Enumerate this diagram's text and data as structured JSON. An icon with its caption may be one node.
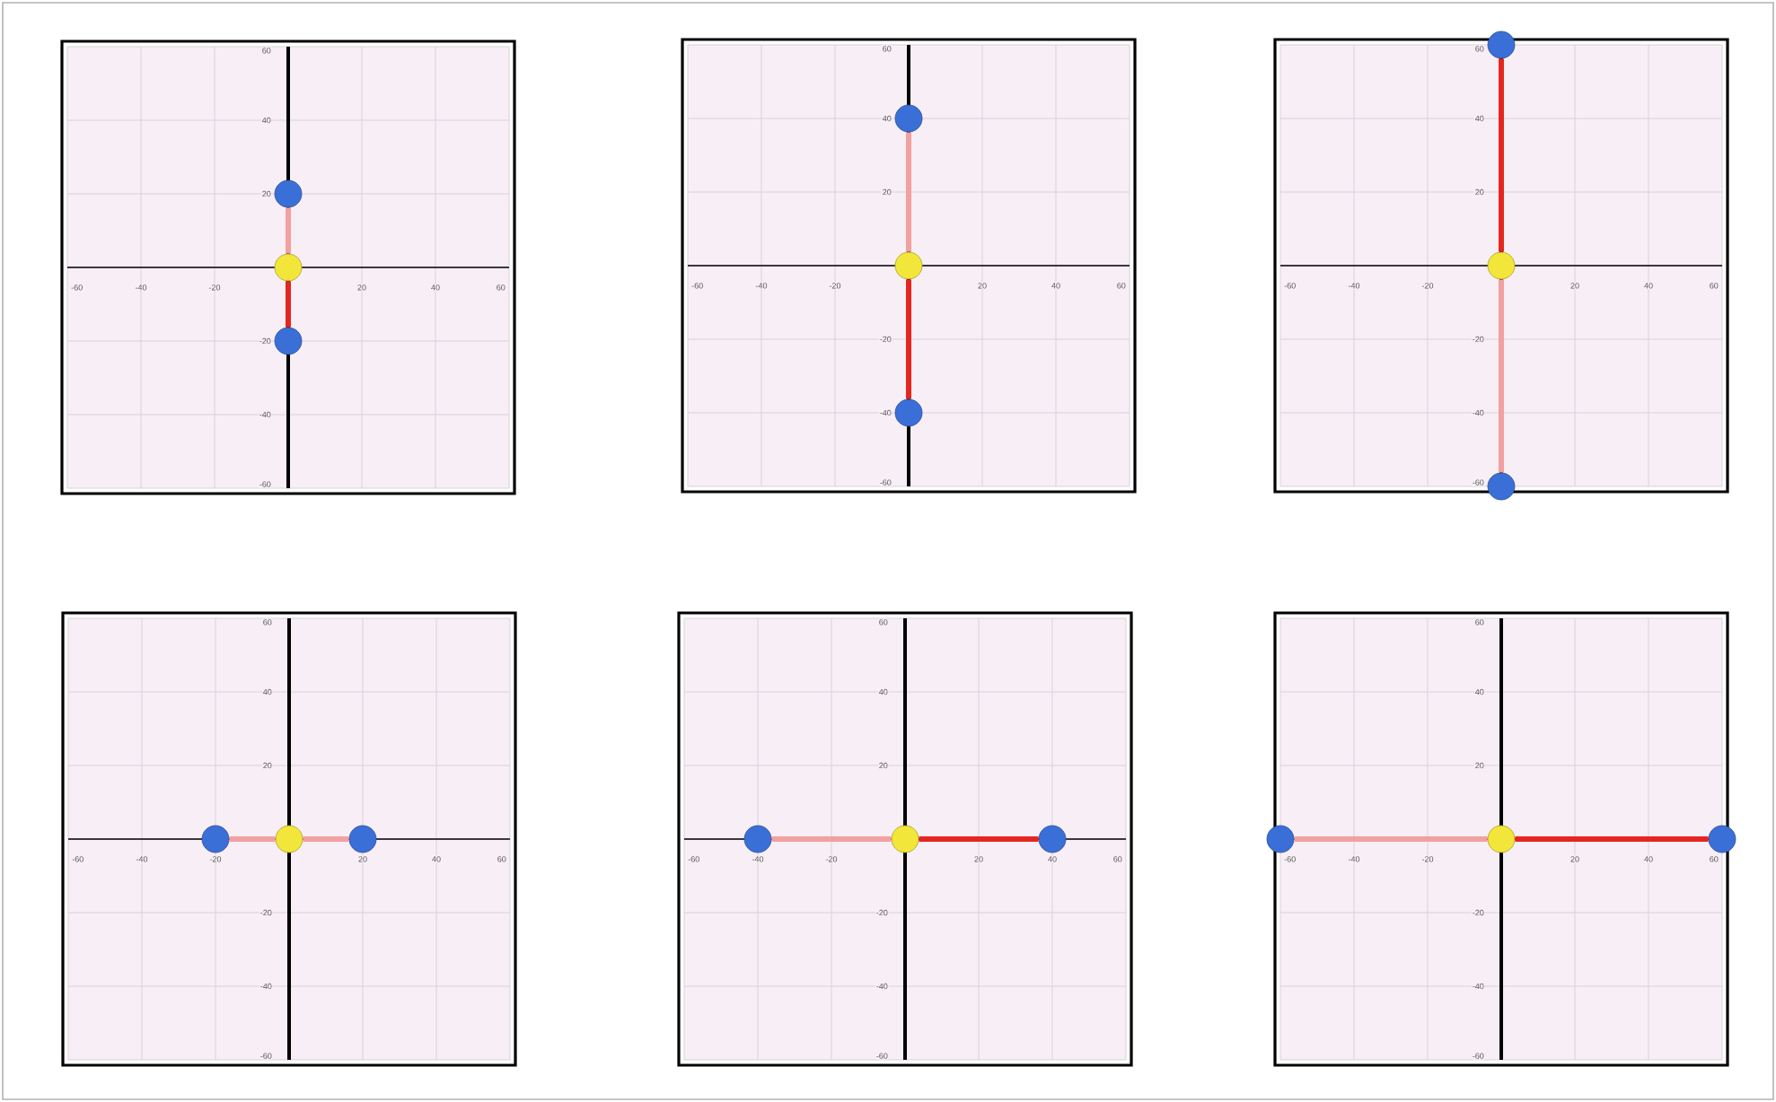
{
  "diagram": {
    "nodes": [
      {
        "text": [
          "60",
          "40",
          "20",
          "-60",
          "-40",
          "-20",
          "20",
          "40",
          "60",
          "-20",
          "-40",
          "-60"
        ]
      },
      {
        "text": [],
        "shape": "circle",
        "in": 0
      },
      {
        "text": [],
        "shape": "circle",
        "in": 0
      },
      {
        "text": [],
        "shape": "circle",
        "in": 0
      },
      {
        "text": [
          "60",
          "40",
          "20",
          "-60",
          "-40",
          "-20",
          "20",
          "40",
          "60",
          "-20",
          "-40",
          "-60"
        ]
      },
      {
        "text": [],
        "shape": "circle",
        "in": 4
      },
      {
        "text": [],
        "shape": "circle",
        "in": 4
      },
      {
        "text": [],
        "shape": "circle",
        "in": 4
      },
      {
        "text": [
          "60",
          "40",
          "20",
          "-60",
          "-40",
          "-20",
          "20",
          "40",
          "60",
          "-20",
          "-40",
          "-60"
        ]
      },
      {
        "text": [],
        "shape": "circle",
        "in": 8
      },
      {
        "text": [],
        "shape": "circle",
        "in": 8
      },
      {
        "text": [],
        "shape": "circle",
        "in": 8
      },
      {
        "text": [
          "60",
          "40",
          "20",
          "-60",
          "-40",
          "-20",
          "20",
          "40",
          "60",
          "-20",
          "-40",
          "-60"
        ]
      },
      {
        "text": [],
        "shape": "circle",
        "in": 12
      },
      {
        "text": [],
        "shape": "circle",
        "in": 12
      },
      {
        "text": [],
        "shape": "circle",
        "in": 12
      },
      {
        "text": [
          "60",
          "40",
          "20",
          "-60",
          "-40",
          "-20",
          "20",
          "40",
          "60",
          "-20",
          "-40",
          "-60"
        ]
      },
      {
        "text": [],
        "shape": "circle",
        "in": 16
      },
      {
        "text": [],
        "shape": "circle",
        "in": 16
      },
      {
        "text": [],
        "shape": "circle",
        "in": 16
      },
      {
        "text": [
          "60",
          "40",
          "20",
          "-60",
          "-40",
          "-20",
          "20",
          "40",
          "60",
          "-20",
          "-40",
          "-60"
        ]
      },
      {
        "text": [],
        "shape": "circle",
        "in": 20
      },
      {
        "text": [],
        "shape": "circle",
        "in": 20
      },
      {
        "text": [],
        "shape": "circle",
        "in": 20
      }
    ],
    "edges": [
      {
        "from": 2,
        "to": 1,
        "arrow": "none",
        "color": "#f2a0a0"
      },
      {
        "from": 2,
        "to": 3,
        "arrow": "none",
        "color": "#e52620"
      },
      {
        "from": 6,
        "to": 5,
        "arrow": "none",
        "color": "#f2a0a0"
      },
      {
        "from": 6,
        "to": 7,
        "arrow": "none",
        "color": "#e52620"
      },
      {
        "from": 10,
        "to": 9,
        "arrow": "none",
        "color": "#e52620"
      },
      {
        "from": 10,
        "to": 11,
        "arrow": "none",
        "color": "#f2a0a0"
      },
      {
        "from": 14,
        "to": 13,
        "arrow": "none",
        "color": "#f2a0a0"
      },
      {
        "from": 14,
        "to": 15,
        "arrow": "none",
        "color": "#f2a0a0"
      },
      {
        "from": 18,
        "to": 17,
        "arrow": "none",
        "color": "#f2a0a0"
      },
      {
        "from": 18,
        "to": 19,
        "arrow": "none",
        "color": "#e52620"
      },
      {
        "from": 22,
        "to": 21,
        "arrow": "none",
        "color": "#f2a0a0"
      },
      {
        "from": 22,
        "to": 23,
        "arrow": "none",
        "color": "#e52620"
      }
    ]
  }
}
